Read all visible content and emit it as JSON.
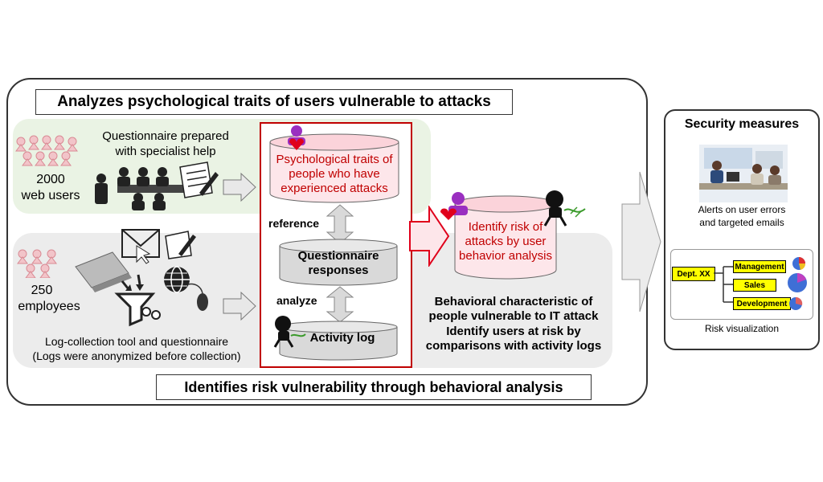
{
  "top_title": "Analyzes psychological traits of users vulnerable to attacks",
  "bottom_title": "Identifies risk vulnerability through behavioral analysis",
  "web_users": {
    "count": "2000",
    "label": "web users"
  },
  "employees": {
    "count": "250",
    "label": "employees"
  },
  "questionnaire_note": {
    "line1": "Questionnaire prepared",
    "line2": "with specialist help"
  },
  "log_tool_note": {
    "line1": "Log-collection tool and questionnaire",
    "line2": "(Logs were anonymized before collection)"
  },
  "traits_db": {
    "line1": "Psychological traits of",
    "line2": "people who have",
    "line3": "experienced  attacks"
  },
  "reference_label": "reference",
  "responses_db": {
    "line1": "Questionnaire",
    "line2": "responses"
  },
  "analyze_label": "analyze",
  "activity_db": "Activity log",
  "risk_db": {
    "line1": "Identify risk of",
    "line2": "attacks by user",
    "line3": "behavior analysis"
  },
  "behavior_note": {
    "line1": "Behavioral characteristic of",
    "line2": "people vulnerable to IT attack",
    "line3": "Identify users at risk by",
    "line4": "comparisons with activity logs"
  },
  "security": {
    "title": "Security measures",
    "alerts_line1": "Alerts on user errors",
    "alerts_line2": "and targeted emails",
    "dept": "Dept. XX",
    "management": "Management",
    "sales": "Sales",
    "development": "Development",
    "risk_viz": "Risk visualization"
  },
  "colors": {
    "red": "#c00000",
    "pink_people": "#f2c4c9",
    "green_band": "#eaf3e4",
    "gray_band": "#ececec",
    "yellow_tag": "#ffff00"
  }
}
